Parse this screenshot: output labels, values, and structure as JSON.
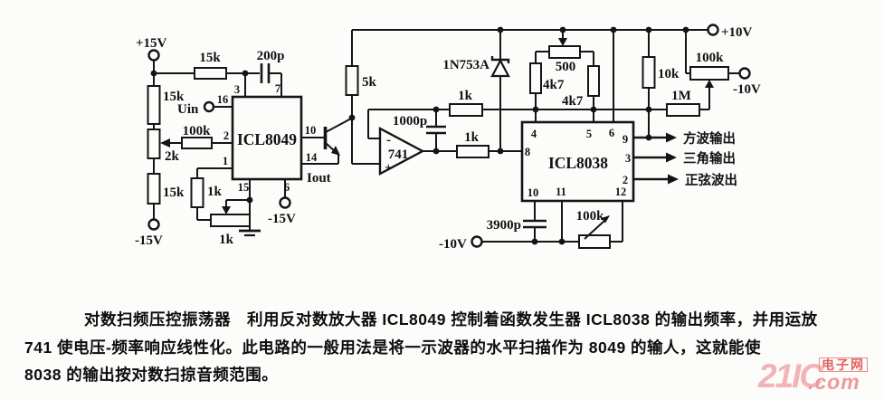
{
  "schematic": {
    "power": {
      "p15v": "+15V",
      "m15v_rail": "-15V",
      "m15v_pin6": "-15V",
      "p10v": "+10V",
      "m10v_right": "-10V",
      "m10v_bottom": "-10V"
    },
    "nets": {
      "uin": "Uin",
      "iout": "Iout"
    },
    "values": {
      "r_top_15k": "15k",
      "c_200p": "200p",
      "r_rail_15k_upper": "15k",
      "pot_2k": "2k",
      "r_100k_in": "100k",
      "r_rail_15k_lower": "15k",
      "r_1k_pin1": "1k",
      "pot_1k_bottom": "1k",
      "r_5k": "5k",
      "c_1000p": "1000p",
      "r_1k_fb": "1k",
      "r_1k_out": "1k",
      "zener": "1N753A",
      "pot_500": "500",
      "r_4k7_left": "4k7",
      "r_4k7_right": "4k7",
      "c_3900p": "3900p",
      "pot_100k_bottom": "100k",
      "r_10k": "10k",
      "pot_100k_top": "100k",
      "r_1m": "1M"
    },
    "ics": {
      "log_amp": "ICL8049",
      "opamp": "741",
      "funcgen": "ICL8038"
    },
    "pins_8049": {
      "p3": "3",
      "p7": "7",
      "p16": "16",
      "p2": "2",
      "p1": "1",
      "p15": "15",
      "p6": "6",
      "p10": "10",
      "p14": "14"
    },
    "pins_8038": {
      "p4": "4",
      "p5": "5",
      "p6": "6",
      "p9": "9",
      "p8": "8",
      "p3": "3",
      "p2": "2",
      "p10": "10",
      "p11": "11",
      "p12": "12"
    },
    "outputs": {
      "square": "方波输出",
      "triangle": "三角输出",
      "sine": "正弦波出"
    },
    "opamp_minus": "-",
    "opamp_plus": "+"
  },
  "caption": {
    "line1": "对数扫频压控振荡器　利用反对数放大器 ICL8049 控制着函数发生器 ICL8038 的输出频率，并用运放",
    "line2": "741 使电压-频率响应线性化。此电路的一般用法是将一示波器的水平扫描作为 8049 的输人，这就能使",
    "line3": "8038 的输出按对数扫掠音频范围。"
  },
  "watermark": {
    "brand": "21IC",
    "site": "电子网",
    "tld": ".com"
  }
}
